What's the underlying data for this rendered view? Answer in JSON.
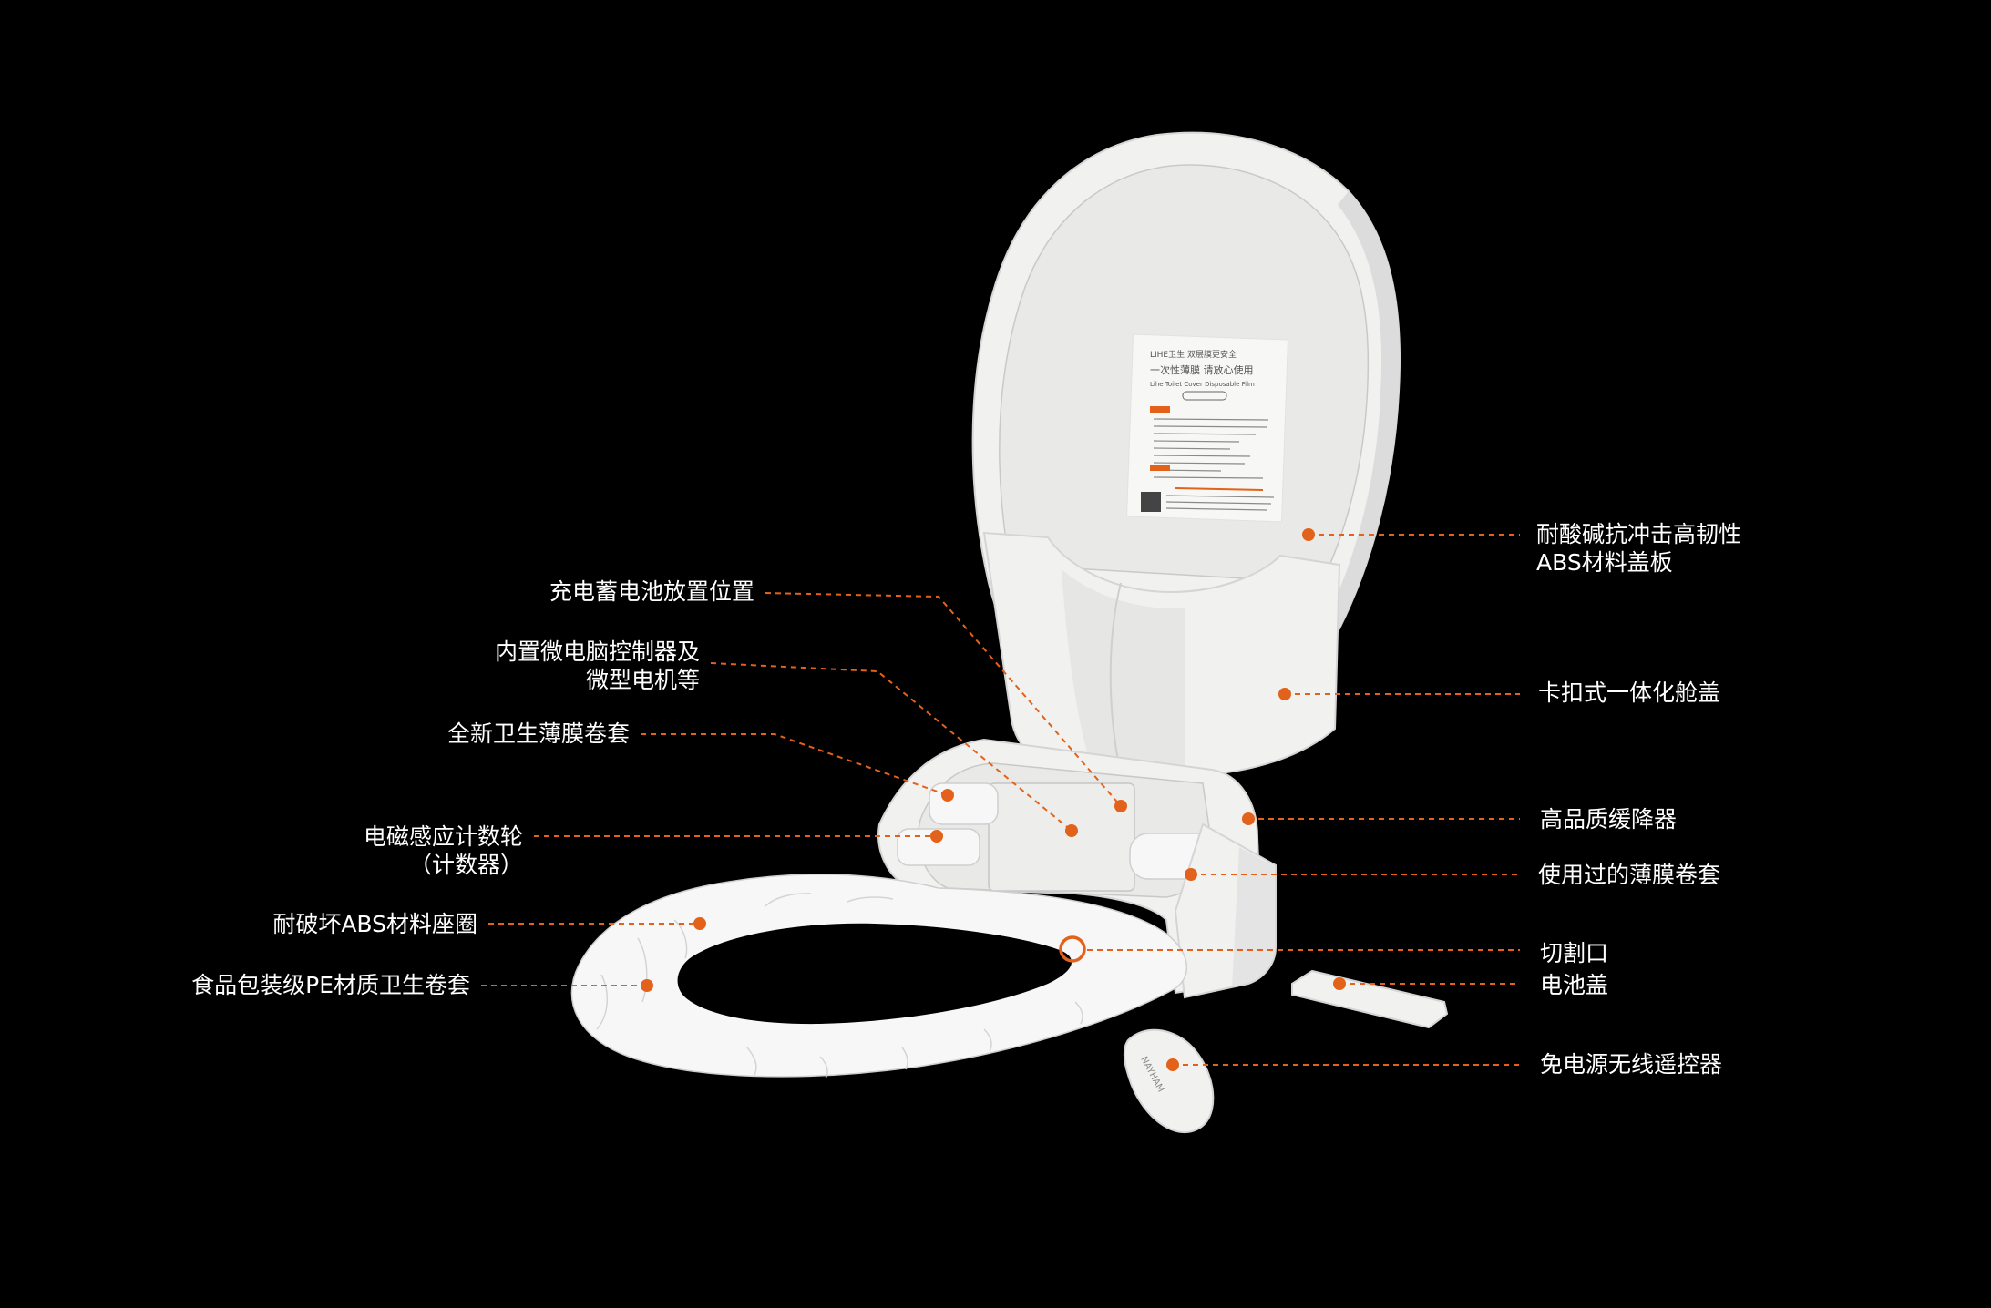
{
  "diagram": {
    "accent_color": "#e2621b",
    "background_color": "#000000",
    "label_color": "#ffffff",
    "product_color": "#f1f1f0",
    "remote_brand": "NAYHAM",
    "lid_sticker": {
      "brand_line": "LIHE卫生  双层膜更安全",
      "headline": "一次性薄膜  请放心使用",
      "subtitle": "Lihe Toilet Cover  Disposable Film"
    },
    "callouts": [
      {
        "id": "charging-battery",
        "side": "left",
        "lines": [
          "充电蓄电池放置位置"
        ]
      },
      {
        "id": "microcomputer",
        "side": "left",
        "lines": [
          "内置微电脑控制器及",
          "微型电机等"
        ]
      },
      {
        "id": "new-film-roll",
        "side": "left",
        "lines": [
          "全新卫生薄膜卷套"
        ]
      },
      {
        "id": "counter-wheel",
        "side": "left",
        "lines": [
          "电磁感应计数轮",
          "（计数器）"
        ]
      },
      {
        "id": "seat-ring",
        "side": "left",
        "lines": [
          "耐破坏ABS材料座圈"
        ]
      },
      {
        "id": "pe-film",
        "side": "left",
        "lines": [
          "食品包装级PE材质卫生卷套"
        ]
      },
      {
        "id": "lid-board",
        "side": "right",
        "lines": [
          "耐酸碱抗冲击高韧性",
          "ABS材料盖板"
        ]
      },
      {
        "id": "snap-cover",
        "side": "right",
        "lines": [
          "卡扣式一体化舱盖"
        ]
      },
      {
        "id": "damper",
        "side": "right",
        "lines": [
          "高品质缓降器"
        ]
      },
      {
        "id": "used-film-roll",
        "side": "right",
        "lines": [
          "使用过的薄膜卷套"
        ]
      },
      {
        "id": "cutting-port",
        "side": "right",
        "lines": [
          "切割口"
        ]
      },
      {
        "id": "battery-cover",
        "side": "right",
        "lines": [
          "电池盖"
        ]
      },
      {
        "id": "wireless-remote",
        "side": "right",
        "lines": [
          "免电源无线遥控器"
        ]
      }
    ]
  }
}
